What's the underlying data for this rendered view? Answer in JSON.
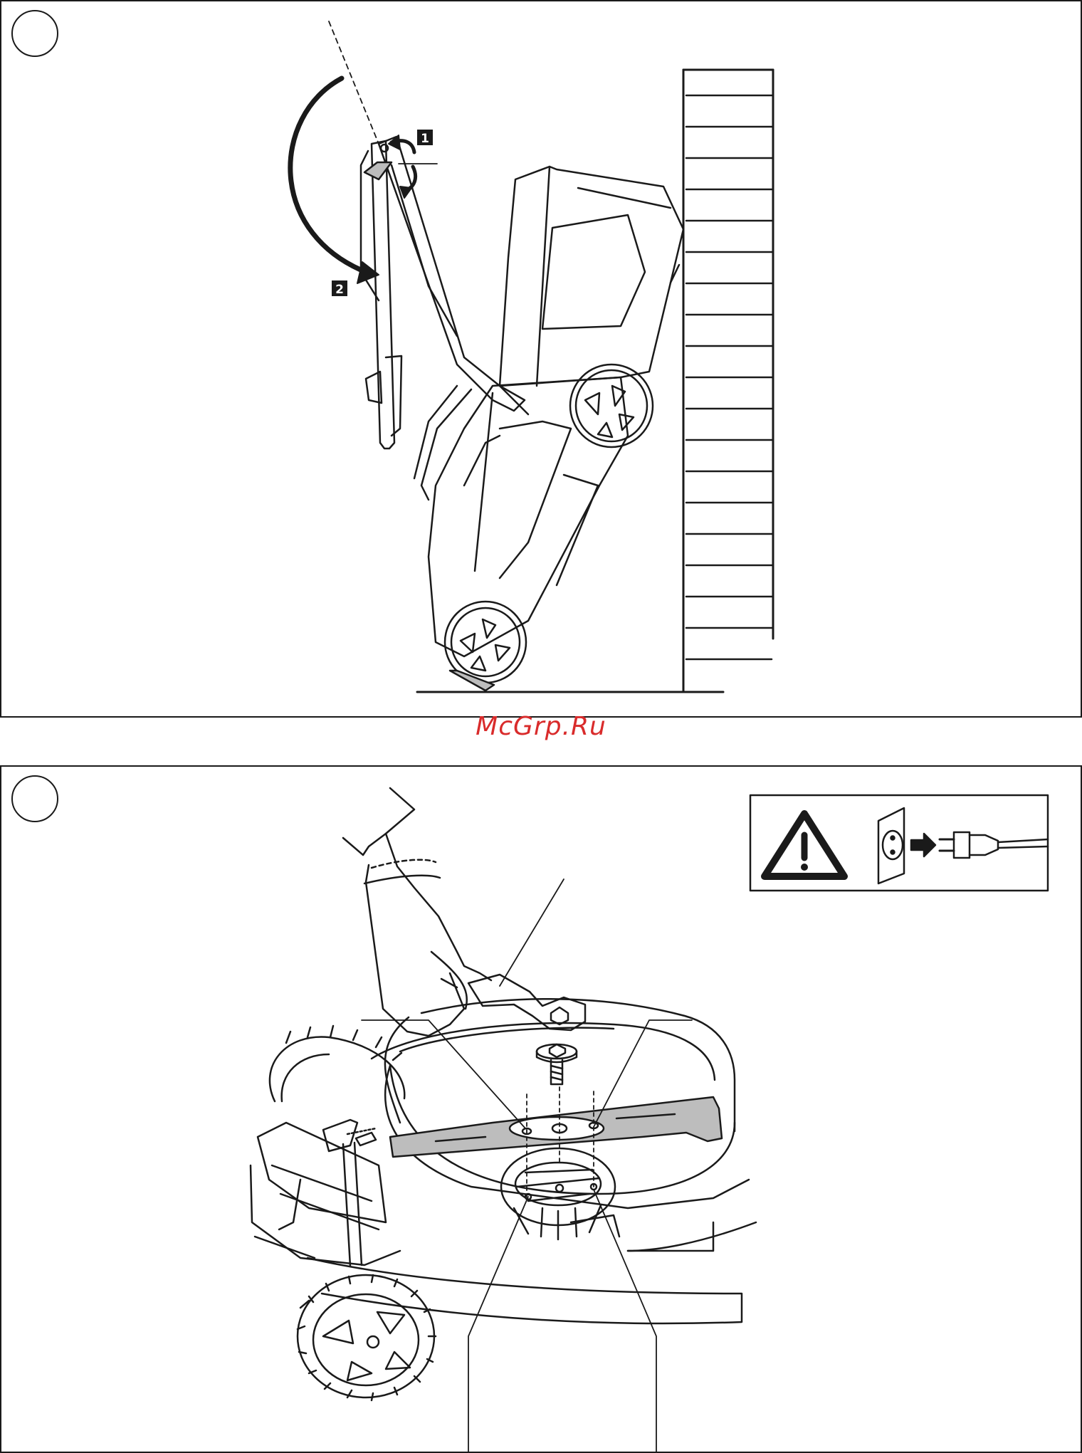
{
  "watermark": {
    "text": "McGrp.Ru"
  },
  "panel_top": {
    "badges": [
      {
        "label": "1"
      },
      {
        "label": "2"
      }
    ]
  },
  "panel_bottom": {
    "warning_box": {
      "icons": [
        "warning-triangle-icon",
        "power-socket-icon",
        "arrow-right-icon",
        "power-plug-icon"
      ]
    }
  },
  "colors": {
    "line": "#1a1a1a",
    "shade": "#bdbdbd",
    "watermark": "#d92b2b"
  }
}
